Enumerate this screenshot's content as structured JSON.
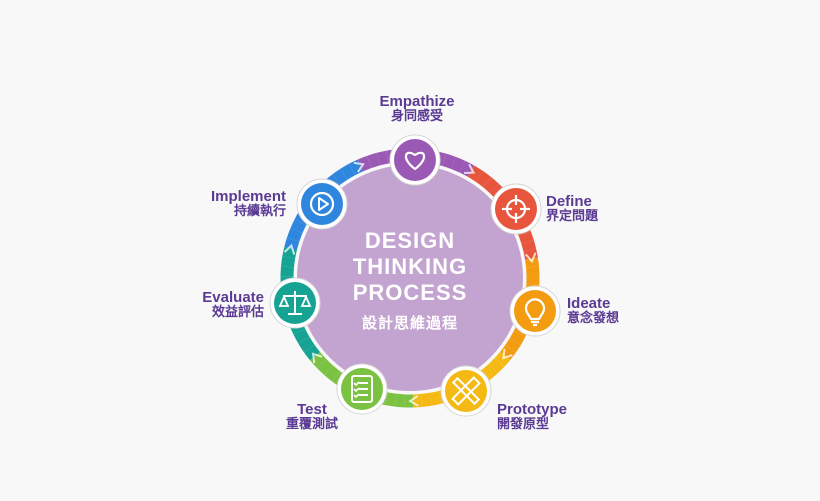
{
  "title": {
    "line1": "DESIGN",
    "line2": "THINKING",
    "line3": "PROCESS",
    "line4": "設計思維過程"
  },
  "stages": [
    {
      "key": "empathize",
      "en": "Empathize",
      "zh": "身同感受",
      "icon": "heart-icon",
      "color": "#9b59b6"
    },
    {
      "key": "define",
      "en": "Define",
      "zh": "界定問題",
      "icon": "target-icon",
      "color": "#e7553d"
    },
    {
      "key": "ideate",
      "en": "Ideate",
      "zh": "意念發想",
      "icon": "lightbulb-icon",
      "color": "#f39c12"
    },
    {
      "key": "prototype",
      "en": "Prototype",
      "zh": "開發原型",
      "icon": "ruler-pencil-icon",
      "color": "#f5b914"
    },
    {
      "key": "test",
      "en": "Test",
      "zh": "重覆測試",
      "icon": "checklist-icon",
      "color": "#7cc242"
    },
    {
      "key": "evaluate",
      "en": "Evaluate",
      "zh": "效益評估",
      "icon": "scales-icon",
      "color": "#16a394"
    },
    {
      "key": "implement",
      "en": "Implement",
      "zh": "持續執行",
      "icon": "play-icon",
      "color": "#2e86de"
    }
  ],
  "colors": {
    "center_fill": "#c3a3cf",
    "label_text": "#5b3a93",
    "background": "#f8f8f8"
  }
}
